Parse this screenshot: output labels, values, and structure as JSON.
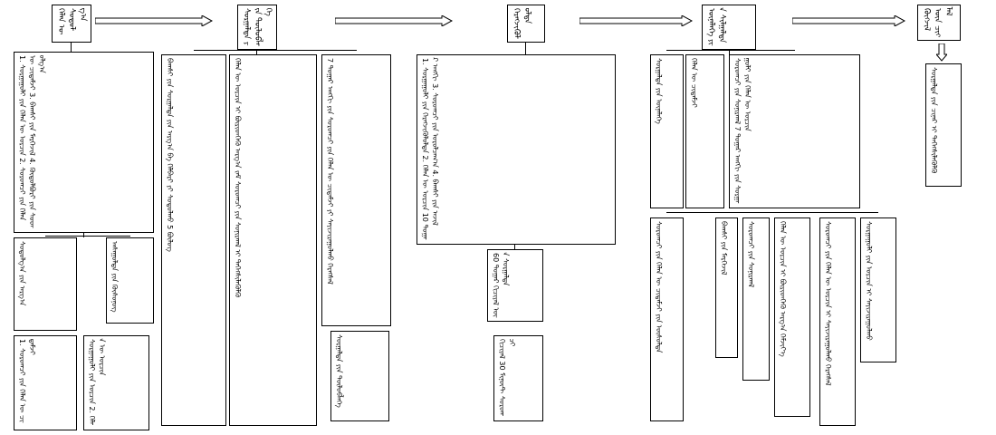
{
  "stages": [
    {
      "title": "ᠬᠡᠯᠡᠨ ᠦ ᠰᠤᠳᠤᠯᠭ᠎ᠠ"
    },
    {
      "title": "ᠰᠤᠷᠭᠠᠯᠲᠠ ᠶᠢᠨ ᠲᠥᠯᠥᠪᠯᠡᠭᠡ"
    },
    {
      "title": "ᠬᠡᠷᠡᠭᠵᠢᠭᠦᠯᠦᠯᠲᠡ"
    },
    {
      "title": "ᠦᠨᠡᠯᠡᠭᠡ ᠶᠢᠨ ᠰᠢᠯᠭᠠᠯᠲᠠ"
    },
    {
      "title": "ᠬᠥᠭᠵᠢᠯ ᠦᠨ ᠴᠢᠭᠯᠡᠯ"
    }
  ],
  "result": "ᠰᠤᠷᠭᠠᠯᠲᠠ ᠶᠢᠨ ᠴᠢᠨᠠᠷ ᠢ ᠳᠡᠭᠡᠭᠰᠢᠯᠡᠭᠦᠯᠬᠦ",
  "col1": [
    "1. ᠰᠤᠷᠭᠠᠭᠤᠯᠢ ᠶᠢᠨ ᠬᠡᠯᠡᠨ ᠦ ᠣᠷᠴᠢᠨ 2. ᠰᠤᠷᠤᠭᠴᠢ ᠶᠢᠨ ᠬᠡᠯᠡᠨ ᠦ ᠴᠢᠳᠠᠮᠵᠢ 3. ᠪᠠᠭᠰᠢ ᠶᠢᠨ ᠮᠡᠷᠭᠡᠵᠢᠯ 4. ᠬᠥᠲᠥᠯᠪᠦᠷᠢ ᠶᠢᠨ ᠰᠤᠳᠤᠯᠭ᠎ᠠ",
    "ᠰᠤᠳᠤᠯᠭ᠎ᠠ ᠶᠢᠨ ᠠᠷᠭ᠎ᠠ",
    "ᠠᠰᠠᠭᠤᠯᠲᠠ ᠶᠢᠨ ᠬᠦᠰᠦᠨᠦᠭ",
    "1. ᠰᠤᠷᠤᠭᠴᠢ ᠶᠢᠨ ᠬᠡᠯᠡᠨ ᠦ ᠴᠢᠳᠠᠮᠵᠢ",
    "ᠰᠤᠷᠭᠠᠭᠤᠯᠢ ᠶᠢᠨ ᠣᠷᠴᠢᠨ 2. ᠬᠡᠯᠡᠨ ᠦ ᠣᠷᠴᠢᠨ"
  ],
  "col2": [
    "ᠪᠠᠭᠰᠢ ᠶᠢᠨ ᠰᠤᠷᠭᠠᠯᠲᠠ ᠶᠢᠨ ᠠᠷᠭ᠎ᠠ ᠪᠠ ᠬᠡᠯᠪᠡᠷᠢ ᠶᠢ ᠰᠤᠳᠤᠯᠬᠤ 5 ᠪᠦᠯᠦᠭ",
    "ᠬᠡᠯᠡᠨ ᠦ ᠣᠷᠴᠢᠨ ᠢ ᠪᠦᠷᠢᠳᠬᠡᠬᠦ ᠠᠷᠭ᠎ᠠ ᠵᠠᠮ ᠰᠤᠷᠤᠭᠴᠢ ᠶᠢᠨ ᠰᠣᠨᠢᠷᠬᠠᠯ ᠢ ᠳᠡᠭᠡᠭᠰᠢᠯᠡᠭᠦᠯᠬᠦ",
    "7 ᠳᠤᠭᠠᠷ ᠠᠩᠭᠢ ᠶᠢᠨ ᠰᠤᠷᠤᠭᠴᠢ ᠶᠢᠨ ᠬᠡᠯᠡᠨ ᠦ ᠴᠢᠳᠠᠮᠵᠢ ᠶᠢ ᠰᠠᠶᠢᠵᠢᠷᠠᠭᠤᠯᠬᠤ ᠬᠡᠷᠡᠭᠰᠡᠯ",
    "ᠰᠤᠷᠭᠠᠯᠲᠠ ᠶᠢᠨ ᠲᠥᠯᠥᠪᠯᠡᠭᠡ"
  ],
  "col3": [
    "1. ᠰᠤᠷᠭᠠᠭᠤᠯᠢ ᠶᠢᠨ ᠬᠡᠷᠡᠭᠵᠢᠭᠦᠯᠦᠯᠲᠡ 2. ᠬᠡᠯᠡᠨ ᠦ ᠣᠷᠴᠢᠨ 10 ᠳᠤᠭᠠᠷ ᠠᠩᠭᠢ 3. ᠰᠤᠷᠤᠭᠴᠢ ᠶᠢᠨ ᠣᠷᠤᠯᠴᠠᠭ᠎ᠠ 4. ᠪᠠᠭᠰᠢ ᠶᠢᠨ ᠠᠵᠢᠯ",
    "60 ᠳᠤᠭᠠᠷ ᠬᠢᠴᠢᠶᠡᠯ ᠦᠨ ᠰᠤᠷᠭᠠᠯᠲᠠ",
    "ᠬᠢᠴᠢᠶᠡᠯ 30 ᠮᠢᠨᠦ᠋ᠲ ᠰᠤᠷᠤᠭᠴᠢ"
  ],
  "col4": [
    "ᠰᠤᠷᠭᠠᠯᠲᠠ ᠶᠢᠨ ᠦᠨᠡᠯᠡᠭᠡ",
    "ᠬᠡᠯᠡᠨ ᠦ ᠴᠢᠳᠠᠮᠵᠢ",
    "ᠰᠤᠷᠤᠭᠴᠢ ᠶᠢᠨ ᠰᠣᠨᠢᠷᠬᠠᠯ 7 ᠳᠤᠭᠠᠷ ᠠᠩᠭᠢ ᠶᠢᠨ ᠰᠤᠷᠭᠠᠭᠤᠯᠢ ᠶᠢᠨ ᠬᠡᠯᠡᠨ ᠦ ᠣᠷᠴᠢᠨ",
    "ᠰᠤᠷᠤᠭᠴᠢ ᠶᠢᠨ ᠬᠡᠯᠡᠨ ᠦ ᠴᠢᠳᠠᠮᠵᠢ ᠶᠢᠨ ᠥᠰᠥᠯᠲᠡ",
    "ᠪᠠᠭᠰᠢ ᠶᠢᠨ ᠮᠡᠷᠭᠡᠵᠢᠯ",
    "ᠰᠤᠷᠤᠭᠴᠢ ᠶᠢᠨ ᠰᠣᠨᠢᠷᠬᠠᠯ",
    "ᠬᠡᠯᠡᠨ ᠦ ᠣᠷᠴᠢᠨ ᠢ ᠪᠦᠷᠢᠳᠬᠡᠬᠦ ᠠᠷᠭ᠎ᠠ ᠬᠡᠮᠵᠢᠶ᠎ᠡ",
    "ᠰᠤᠷᠤᠭᠴᠢ ᠶᠢᠨ ᠬᠡᠯᠡᠨ ᠦ ᠣᠷᠴᠢᠨ ᠢ ᠰᠠᠶᠢᠵᠢᠷᠠᠭᠤᠯᠬᠤ ᠬᠡᠷᠡᠭᠰᠡᠯ",
    "ᠰᠤᠷᠭᠠᠭᠤᠯᠢ ᠶᠢᠨ ᠣᠷᠴᠢᠨ ᠢ ᠰᠠᠶᠢᠵᠢᠷᠠᠭᠤᠯᠬᠤ"
  ]
}
